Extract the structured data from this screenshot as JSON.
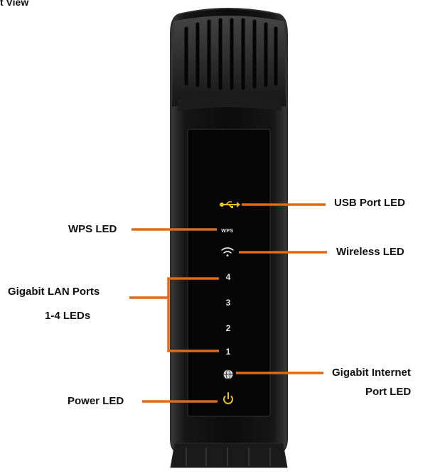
{
  "header": {
    "title": "t View"
  },
  "leds": {
    "usb": {
      "label": "USB Port LED",
      "icon": "usb-icon",
      "color": "#e8c21f"
    },
    "wps": {
      "label": "WPS LED",
      "glyph": "WPS"
    },
    "wireless": {
      "label": "Wireless LED",
      "icon": "wifi-icon"
    },
    "lan": {
      "label_line1": "Gigabit LAN Ports",
      "label_line2": "1-4 LEDs",
      "numbers": [
        "4",
        "3",
        "2",
        "1"
      ]
    },
    "internet": {
      "label_line1": "Gigabit Internet",
      "label_line2": "Port LED",
      "icon": "globe-icon"
    },
    "power": {
      "label": "Power LED",
      "icon": "power-icon",
      "color": "#e8c21f"
    }
  },
  "colors": {
    "callout_line": "#e06a16",
    "device_body": "#111111",
    "device_edge": "#2c2c2c",
    "panel": "#050505"
  }
}
